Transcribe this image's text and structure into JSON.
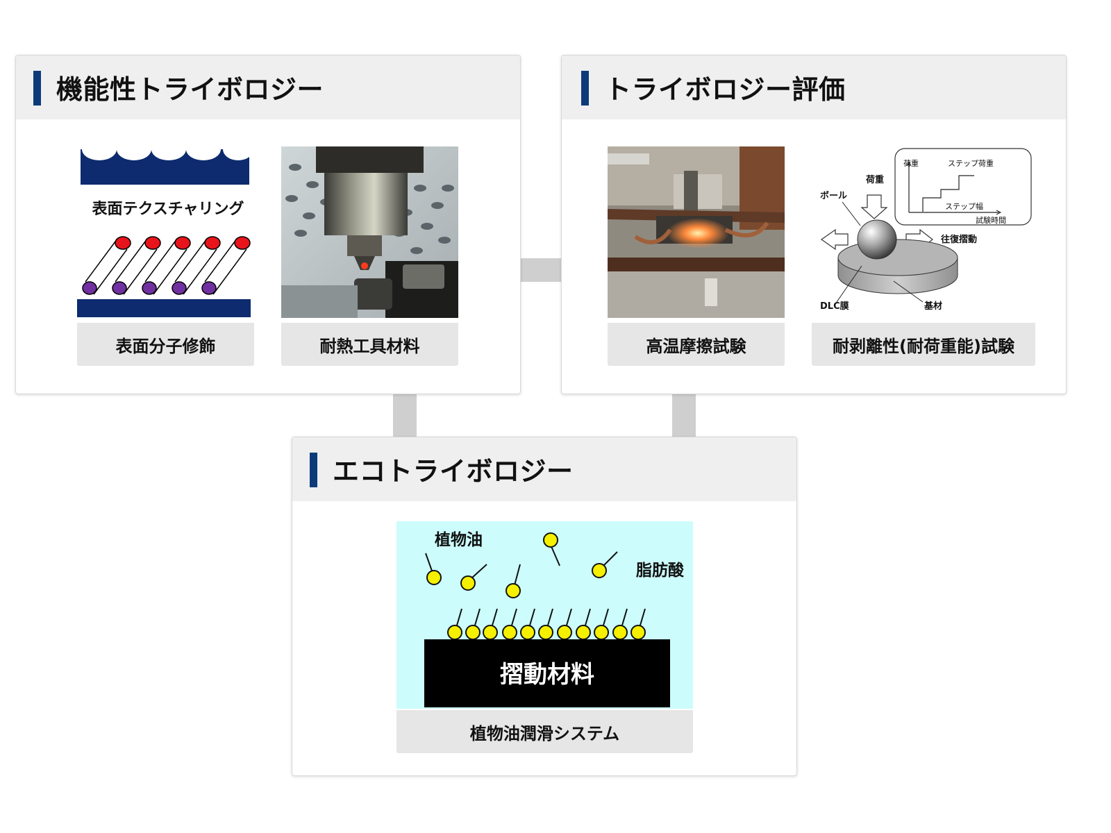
{
  "cards": {
    "functional": {
      "title": "機能性トライボロジー",
      "panels": {
        "texturing_label": "表面テクスチャリング",
        "molecular_caption": "表面分子修飾",
        "tool_caption": "耐熱工具材料"
      }
    },
    "evaluation": {
      "title": "トライボロジー評価",
      "panels": {
        "hightemp_caption": "高温摩擦試験",
        "peel_caption": "耐剥離性(耐荷重能)試験"
      },
      "diagram_labels": {
        "load": "荷重",
        "ball": "ボール",
        "reciprocating": "往復摺動",
        "dlc": "DLC膜",
        "substrate": "基材",
        "graph_load": "荷重",
        "step_load": "ステップ荷重",
        "step_width": "ステップ幅",
        "test_time": "試験時間"
      }
    },
    "eco": {
      "title": "エコトライボロジー",
      "diagram_labels": {
        "veg_oil": "植物油",
        "fatty_acid": "脂肪酸",
        "sliding_material": "摺動材料"
      },
      "caption": "植物油潤滑システム"
    }
  },
  "colors": {
    "accent_bar": "#0d3b7a",
    "header_bg": "#efefef",
    "caption_bg": "#e6e6e6",
    "texture_navy": "#0d2b6e",
    "molecule_red": "#e8141c",
    "molecule_purple": "#7030a0",
    "eco_bg": "#ccfcfc",
    "fatty_acid_yellow": "#f5f000"
  }
}
